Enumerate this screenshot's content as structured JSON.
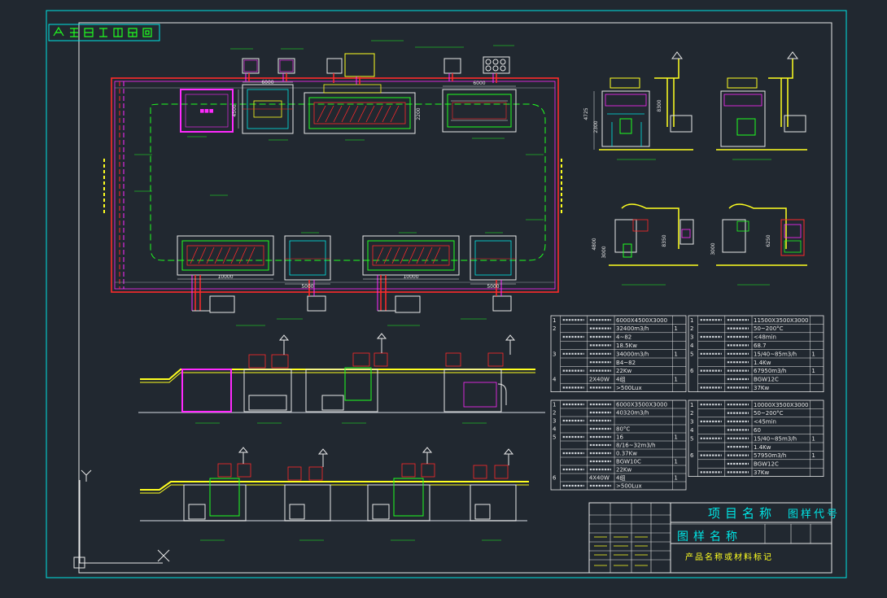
{
  "drawing": {
    "stamp_label": "",
    "title_block": {
      "project_name_label": "项目名称",
      "drawing_name_label": "图样名称",
      "drawing_code_label": "图样代号",
      "bottom_note": "产品名称或材料标记"
    },
    "dimensions": {
      "top_overall": "6000",
      "booth_width": "4500",
      "dryer_top": "6000",
      "dryer_width": "2200",
      "bottom_a": "10000",
      "bottom_b": "5000",
      "bottom_c": "10000",
      "bottom_d": "5000",
      "side_height_a": "4725",
      "side_height_b": "2300",
      "side_height_c": "8300",
      "side2_height_a": "4800",
      "side2_height_b": "3000",
      "side2_height_c": "8350",
      "side3_height_a": "3000",
      "side3_height_b": "6250"
    },
    "table_left_top": {
      "rows": [
        [
          "1",
          "",
          "",
          "6000X4500X3000",
          ""
        ],
        [
          "2",
          "",
          "",
          "32400m3/h",
          "1"
        ],
        [
          "",
          "",
          "",
          "4~82",
          ""
        ],
        [
          "",
          "",
          "",
          "18.5Kw",
          ""
        ],
        [
          "3",
          "",
          "",
          "34000m3/h",
          "1"
        ],
        [
          "",
          "",
          "",
          "B4~82",
          ""
        ],
        [
          "",
          "",
          "",
          "22Kw",
          ""
        ],
        [
          "4",
          "",
          "2X40W",
          "4组",
          "1"
        ],
        [
          "",
          "",
          "",
          ">500Lux",
          ""
        ]
      ]
    },
    "table_right_top": {
      "rows": [
        [
          "1",
          "",
          "",
          "11500X3500X3000",
          ""
        ],
        [
          "2",
          "",
          "",
          "50~200°C",
          ""
        ],
        [
          "3",
          "",
          "",
          "<48min",
          ""
        ],
        [
          "4",
          "",
          "",
          "68.7",
          ""
        ],
        [
          "5",
          "",
          "",
          "15/40~85m3/h",
          "1"
        ],
        [
          "",
          "",
          "",
          "1.4Kw",
          ""
        ],
        [
          "6",
          "",
          "",
          "67950m3/h",
          "1"
        ],
        [
          "",
          "",
          "",
          "BGW12C",
          ""
        ],
        [
          "",
          "",
          "",
          "37Kw",
          ""
        ]
      ]
    },
    "table_left_bottom": {
      "rows": [
        [
          "1",
          "",
          "",
          "6000X3500X3000",
          ""
        ],
        [
          "2",
          "",
          "",
          "40320m3/h",
          ""
        ],
        [
          "3",
          "",
          "",
          "",
          ""
        ],
        [
          "4",
          "",
          "",
          "80°C",
          ""
        ],
        [
          "5",
          "",
          "",
          "16",
          "1"
        ],
        [
          "",
          "",
          "",
          "8/16~32m3/h",
          ""
        ],
        [
          "",
          "",
          "",
          "0.37Kw",
          ""
        ],
        [
          "",
          "",
          "",
          "BGW10C",
          "1"
        ],
        [
          "",
          "",
          "",
          "22Kw",
          ""
        ],
        [
          "6",
          "",
          "4X40W",
          "4组",
          "1"
        ],
        [
          "",
          "",
          "",
          ">500Lux",
          ""
        ]
      ]
    },
    "table_right_bottom": {
      "rows": [
        [
          "1",
          "",
          "",
          "10000X3500X3000",
          ""
        ],
        [
          "2",
          "",
          "",
          "50~200°C",
          ""
        ],
        [
          "3",
          "",
          "",
          "<45min",
          ""
        ],
        [
          "4",
          "",
          "",
          "60",
          ""
        ],
        [
          "5",
          "",
          "",
          "15/40~85m3/h",
          "1"
        ],
        [
          "",
          "",
          "",
          "1.4Kw",
          ""
        ],
        [
          "6",
          "",
          "",
          "57950m3/h",
          "1"
        ],
        [
          "",
          "",
          "",
          "BGW12C",
          ""
        ],
        [
          "",
          "",
          "",
          "37Kw",
          ""
        ]
      ]
    },
    "colors": {
      "background": "#212830",
      "frame": "#ffffff",
      "cyan": "#00e5e5",
      "red": "#ff2a2a",
      "magenta": "#ff2aff",
      "yellow": "#ffff20",
      "green": "#20ff20",
      "grey": "#9aa0a8"
    }
  }
}
